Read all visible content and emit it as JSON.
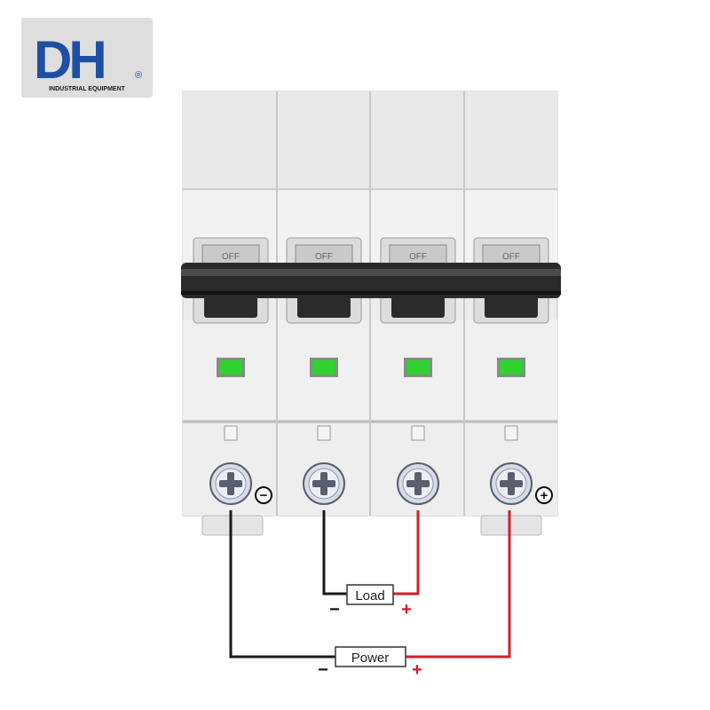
{
  "brand": {
    "logo_letters": "DH",
    "registered_mark": "®",
    "tagline": "INDUSTRIAL EQUIPMENT",
    "color": "#1f4fa3"
  },
  "breaker": {
    "poles": [
      {
        "switch_label": "OFF",
        "indicator_color": "#2fd22f",
        "terminal_mark": "−"
      },
      {
        "switch_label": "OFF",
        "indicator_color": "#2fd22f",
        "terminal_mark": ""
      },
      {
        "switch_label": "OFF",
        "indicator_color": "#2fd22f",
        "terminal_mark": ""
      },
      {
        "switch_label": "OFF",
        "indicator_color": "#2fd22f",
        "terminal_mark": "+"
      }
    ]
  },
  "wiring": {
    "load": {
      "label": "Load",
      "neg_sign": "−",
      "pos_sign": "+"
    },
    "power": {
      "label": "Power",
      "neg_sign": "−",
      "pos_sign": "+"
    },
    "negative_wire_color": "#1a1a1a",
    "positive_wire_color": "#d0202a"
  }
}
